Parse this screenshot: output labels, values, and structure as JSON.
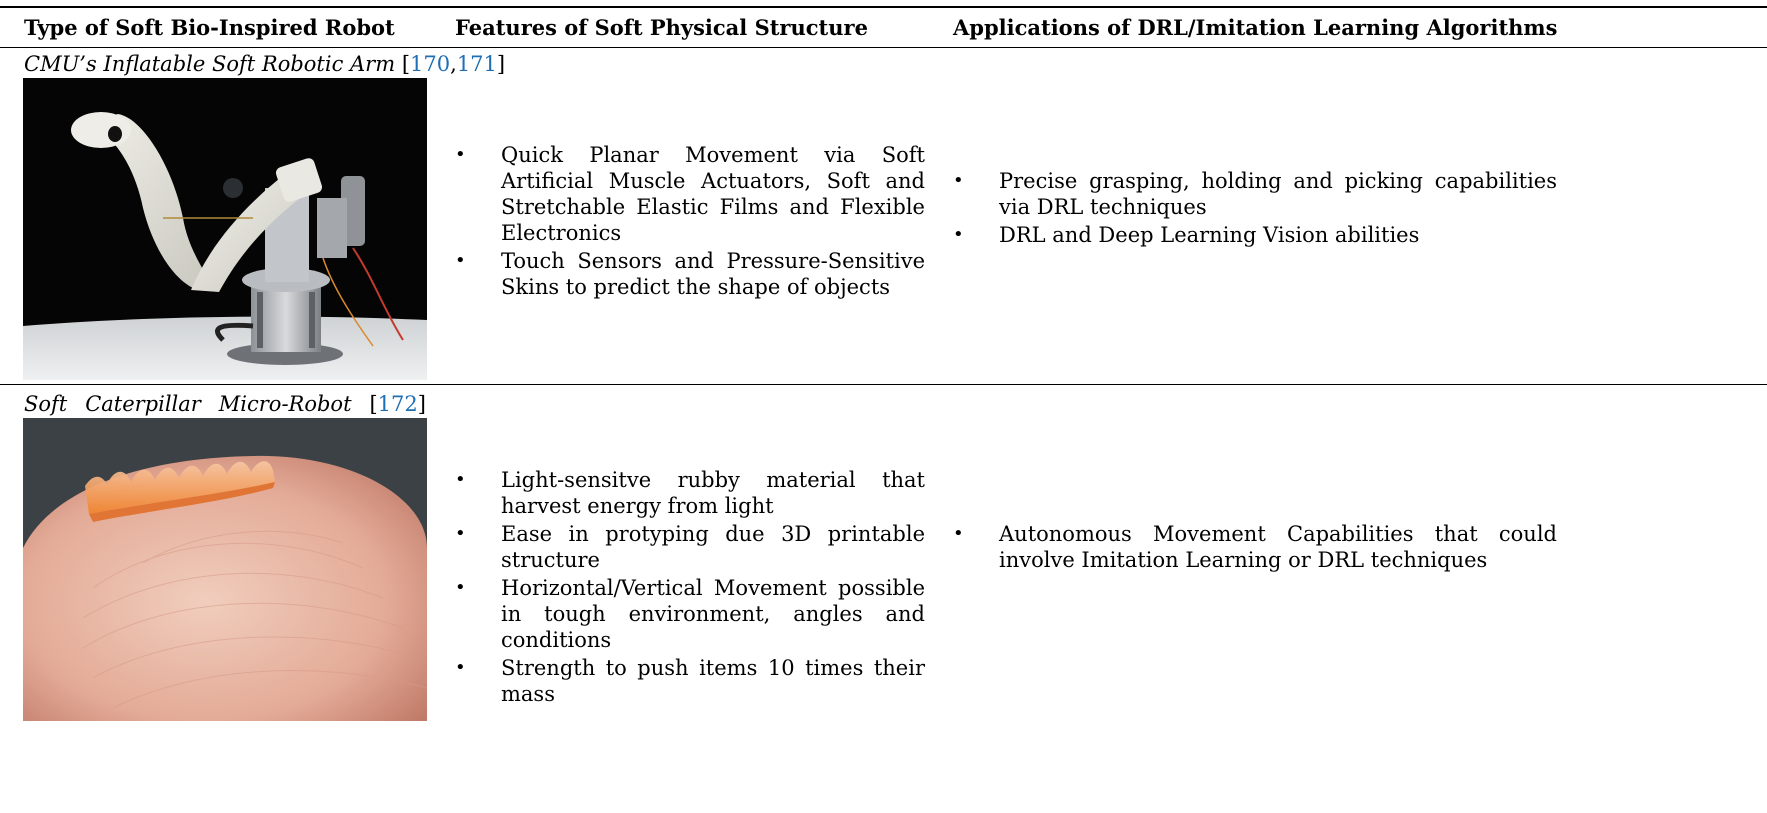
{
  "headers": {
    "col1": "Type of Soft Bio-Inspired Robot",
    "col2": "Features of Soft Physical Structure",
    "col3": "Applications of DRL/Imitation Learning Algorithms"
  },
  "rows": [
    {
      "title": "CMU’s Inflatable Soft Robotic Arm",
      "refs": [
        "170",
        "171"
      ],
      "features": [
        "Quick Planar Movement via Soft Artificial Muscle Actuators, Soft and Stretchable Elastic Films and Flexible Electronics",
        "Touch Sensors and Pressure-Sensitive Skins to predict the shape of objects"
      ],
      "applications": [
        "Precise grasping, holding and picking capabilities via DRL techniques",
        "DRL and Deep Learning Vision abilities"
      ]
    },
    {
      "title_words": [
        "Soft",
        "Caterpillar",
        "Micro-Robot"
      ],
      "refs": [
        "172"
      ],
      "features": [
        "Light-sensitve rubby material that harvest energy from light",
        "Ease in protyping due 3D printable structure",
        "Horizontal/Vertical Movement possible in tough environment, angles and conditions",
        "Strength to push items 10 times their mass"
      ],
      "applications": [
        "Autonomous Movement Capabilities that could involve Imitation Learning or DRL techniques"
      ]
    }
  ],
  "colors": {
    "link": "#1f6fb5",
    "rule": "#000000"
  }
}
